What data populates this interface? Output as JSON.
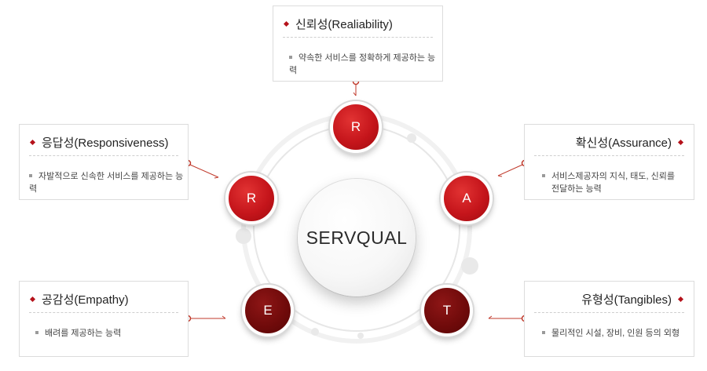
{
  "center_label": "SERVQUAL",
  "nodes": {
    "top": "R",
    "left": "R",
    "right": "A",
    "bottom_left": "E",
    "bottom_right": "T"
  },
  "items": {
    "reliability": {
      "title": "신뢰성(Realiability)",
      "desc": "약속한 서비스를 정확하게 제공하는 능력"
    },
    "responsiveness": {
      "title": "응답성(Responsiveness)",
      "desc": "자발적으로 신속한 서비스를 제공하는 능력"
    },
    "assurance": {
      "title": "확신성(Assurance)",
      "desc_line1": "서비스제공자의 지식, 태도, 신뢰를",
      "desc_line2": "전달하는 능력"
    },
    "empathy": {
      "title": "공감성(Empathy)",
      "desc": "배려를 제공하는 능력"
    },
    "tangibles": {
      "title": "유형성(Tangibles)",
      "desc": "물리적인 시설, 장비, 인원 등의 외형"
    }
  },
  "colors": {
    "accent": "#b5121b",
    "dark": "#6e0a0a",
    "line": "#c0392b"
  }
}
